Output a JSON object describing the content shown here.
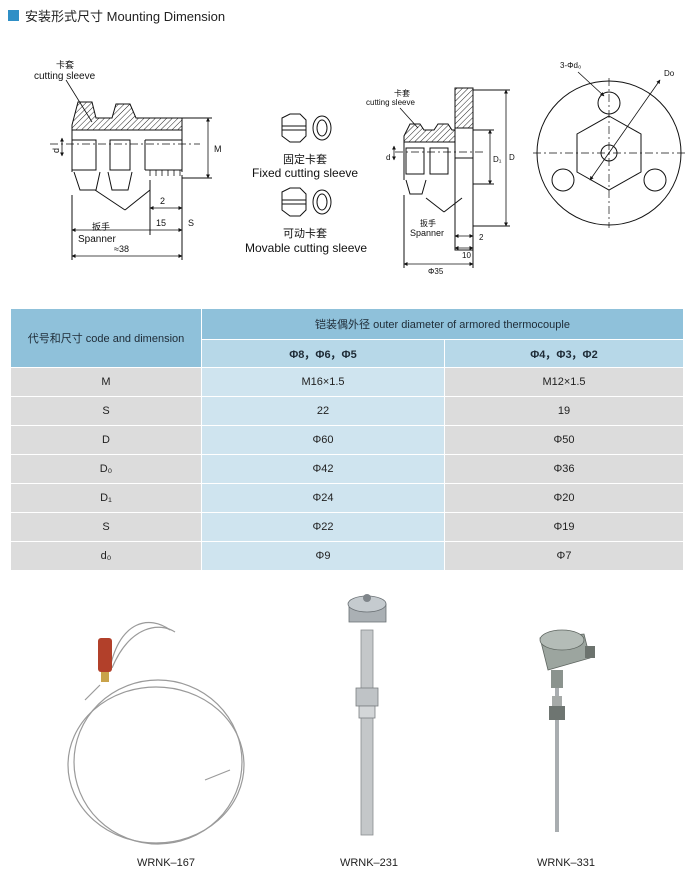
{
  "section": {
    "title": "安装形式尺寸 Mounting Dimension",
    "accent_color": "#2f8fc6"
  },
  "diagram": {
    "left": {
      "sleeve_cn": "卡套",
      "sleeve_en": "cutting sleeve",
      "d": "d",
      "M": "M",
      "dim_2": "2",
      "dim_15": "15",
      "S": "S",
      "spanner_cn": "扳手",
      "spanner_en": "Spanner",
      "dim_38": "≈38"
    },
    "middle": {
      "fixed_cn": "固定卡套",
      "fixed_en": "Fixed cutting sleeve",
      "movable_cn": "可动卡套",
      "movable_en": "Movable cutting sleeve"
    },
    "flange": {
      "sleeve_cn": "卡套",
      "sleeve_en": "cutting sleeve",
      "d": "d",
      "D1": "D₁",
      "D": "D",
      "spanner_cn": "扳手",
      "spanner_en": "Spanner",
      "dim_2": "2",
      "dim_10": "10",
      "dim_35": "Φ35"
    },
    "front": {
      "holes": "3-Φd₀",
      "Do": "Do"
    }
  },
  "table": {
    "col_label": "代号和尺寸 code and dimension",
    "group_header": "铠装偶外径 outer diameter of armored thermocouple",
    "sub_headers": [
      "Φ8，Φ6，Φ5",
      "Φ4，Φ3，Φ2"
    ],
    "rows": [
      {
        "code": "M",
        "v1": "M16×1.5",
        "v2": "M12×1.5"
      },
      {
        "code": "S",
        "v1": "22",
        "v2": "19"
      },
      {
        "code": "D",
        "v1": "Φ60",
        "v2": "Φ50"
      },
      {
        "code": "D₀",
        "v1": "Φ42",
        "v2": "Φ36"
      },
      {
        "code": "D₁",
        "v1": "Φ24",
        "v2": "Φ20"
      },
      {
        "code": "S",
        "v1": "Φ22",
        "v2": "Φ19"
      },
      {
        "code": "d₀",
        "v1": "Φ9",
        "v2": "Φ7"
      }
    ]
  },
  "products": [
    {
      "model": "WRNK–167"
    },
    {
      "model": "WRNK–231"
    },
    {
      "model": "WRNK–331"
    }
  ]
}
